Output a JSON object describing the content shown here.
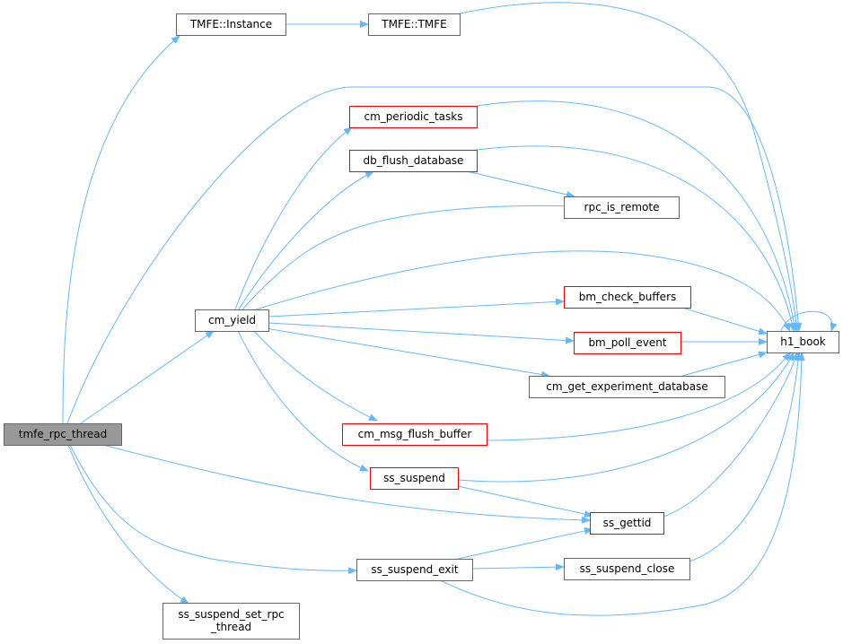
{
  "colors": {
    "edge": "#63b8ff",
    "node_border": "#666666",
    "node_fill": "#ffffff",
    "highlight_border": "#ff0000",
    "root_fill": "#999999",
    "root_border": "#666666"
  },
  "nodes": {
    "tmfe_rpc_thread": {
      "label": "tmfe_rpc_thread",
      "kind": "root"
    },
    "tmfe_instance": {
      "label": "TMFE::Instance",
      "kind": "normal"
    },
    "tmfe_tmfe": {
      "label": "TMFE::TMFE",
      "kind": "normal"
    },
    "cm_periodic_tasks": {
      "label": "cm_periodic_tasks",
      "kind": "truncated"
    },
    "db_flush_database": {
      "label": "db_flush_database",
      "kind": "truncated"
    },
    "rpc_is_remote": {
      "label": "rpc_is_remote",
      "kind": "normal"
    },
    "cm_yield": {
      "label": "cm_yield",
      "kind": "normal"
    },
    "bm_check_buffers": {
      "label": "bm_check_buffers",
      "kind": "truncated"
    },
    "bm_poll_event": {
      "label": "bm_poll_event",
      "kind": "truncated"
    },
    "h1_book": {
      "label": "h1_book",
      "kind": "normal"
    },
    "cm_get_experiment_database": {
      "label": "cm_get_experiment_database",
      "kind": "normal"
    },
    "cm_msg_flush_buffer": {
      "label": "cm_msg_flush_buffer",
      "kind": "truncated"
    },
    "ss_suspend": {
      "label": "ss_suspend",
      "kind": "truncated"
    },
    "ss_gettid": {
      "label": "ss_gettid",
      "kind": "truncated"
    },
    "ss_suspend_exit": {
      "label": "ss_suspend_exit",
      "kind": "normal"
    },
    "ss_suspend_close": {
      "label": "ss_suspend_close",
      "kind": "normal"
    },
    "ss_suspend_set_rpc_thread": {
      "label": "ss_suspend_set_rpc\n_thread",
      "kind": "normal"
    }
  },
  "edges": [
    [
      "tmfe_rpc_thread",
      "tmfe_instance"
    ],
    [
      "tmfe_rpc_thread",
      "h1_book"
    ],
    [
      "tmfe_rpc_thread",
      "cm_yield"
    ],
    [
      "tmfe_rpc_thread",
      "ss_gettid"
    ],
    [
      "tmfe_rpc_thread",
      "ss_suspend_exit"
    ],
    [
      "tmfe_rpc_thread",
      "ss_suspend_set_rpc_thread"
    ],
    [
      "tmfe_instance",
      "tmfe_tmfe"
    ],
    [
      "tmfe_tmfe",
      "h1_book"
    ],
    [
      "cm_yield",
      "cm_periodic_tasks"
    ],
    [
      "cm_yield",
      "db_flush_database"
    ],
    [
      "cm_yield",
      "rpc_is_remote"
    ],
    [
      "cm_yield",
      "h1_book"
    ],
    [
      "cm_yield",
      "bm_check_buffers"
    ],
    [
      "cm_yield",
      "bm_poll_event"
    ],
    [
      "cm_yield",
      "cm_get_experiment_database"
    ],
    [
      "cm_yield",
      "cm_msg_flush_buffer"
    ],
    [
      "cm_yield",
      "ss_suspend"
    ],
    [
      "cm_periodic_tasks",
      "h1_book"
    ],
    [
      "db_flush_database",
      "h1_book"
    ],
    [
      "db_flush_database",
      "rpc_is_remote"
    ],
    [
      "bm_check_buffers",
      "h1_book"
    ],
    [
      "bm_poll_event",
      "h1_book"
    ],
    [
      "cm_get_experiment_database",
      "h1_book"
    ],
    [
      "cm_msg_flush_buffer",
      "h1_book"
    ],
    [
      "ss_suspend",
      "h1_book"
    ],
    [
      "ss_suspend",
      "ss_gettid"
    ],
    [
      "ss_gettid",
      "h1_book"
    ],
    [
      "ss_suspend_exit",
      "ss_gettid"
    ],
    [
      "ss_suspend_exit",
      "ss_suspend_close"
    ],
    [
      "ss_suspend_exit",
      "h1_book"
    ],
    [
      "ss_suspend_close",
      "h1_book"
    ],
    [
      "h1_book",
      "h1_book"
    ]
  ]
}
